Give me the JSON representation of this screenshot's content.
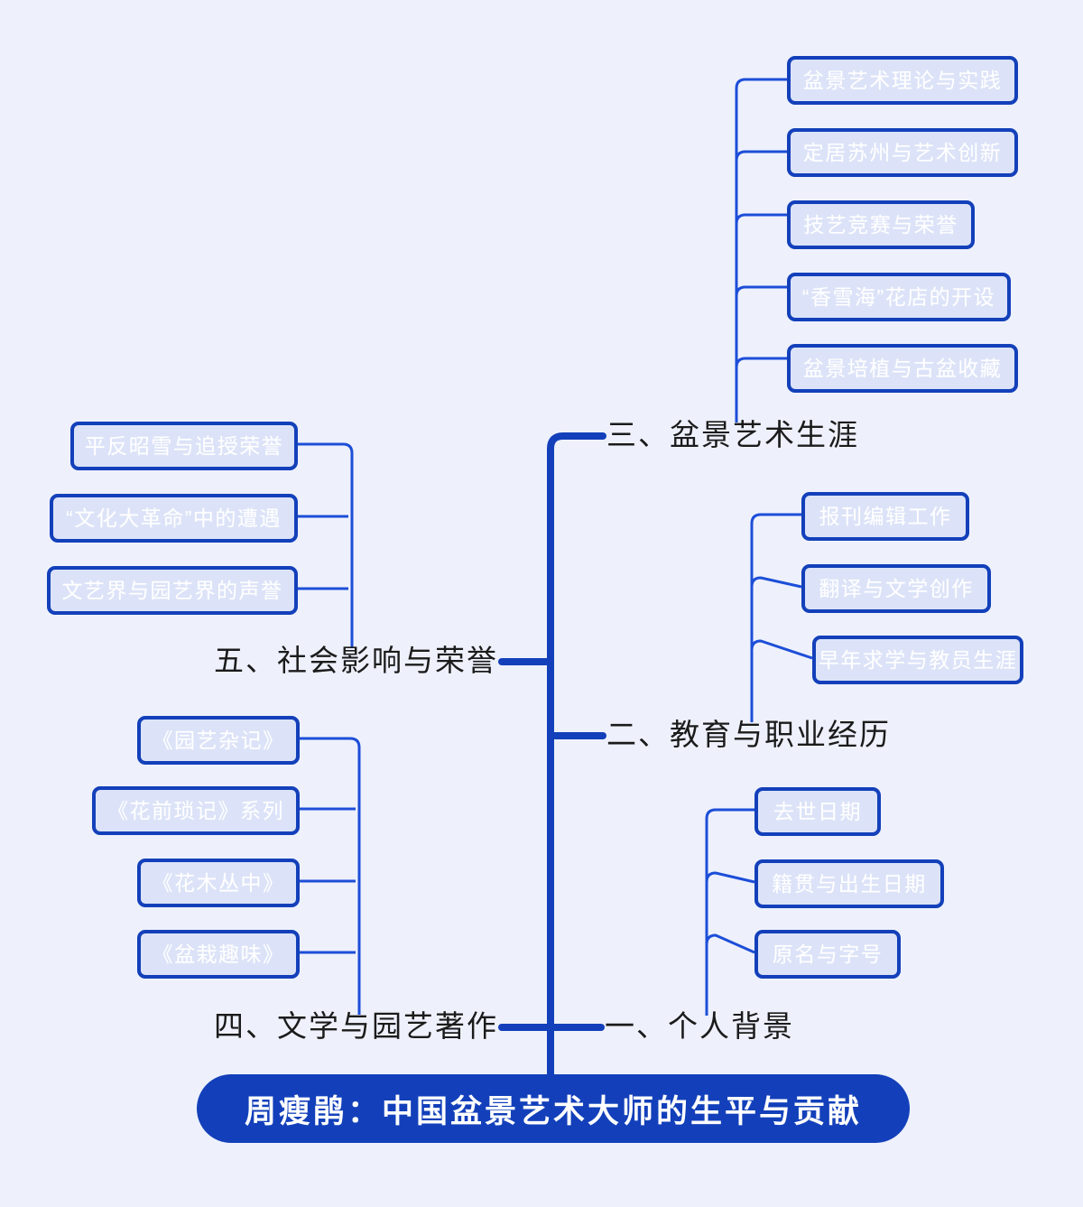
{
  "diagram": {
    "type": "mindmap",
    "background_color": "#eef1fc",
    "accent_color": "#1340ba",
    "node_fill_color": "#dce3f8",
    "node_text_color": "#ffffff",
    "label_text_color": "#1b1b1b",
    "root": {
      "label": "周瘦鹃：中国盆景艺术大师的生平与贡献"
    },
    "branches": [
      {
        "id": "branch-1",
        "label": "一、个人背景",
        "side": "right",
        "children": [
          {
            "label": "去世日期"
          },
          {
            "label": "籍贯与出生日期"
          },
          {
            "label": "原名与字号"
          }
        ]
      },
      {
        "id": "branch-2",
        "label": "二、教育与职业经历",
        "side": "right",
        "children": [
          {
            "label": "报刊编辑工作"
          },
          {
            "label": "翻译与文学创作"
          },
          {
            "label": "早年求学与教员生涯"
          }
        ]
      },
      {
        "id": "branch-3",
        "label": "三、盆景艺术生涯",
        "side": "right",
        "children": [
          {
            "label": "盆景艺术理论与实践"
          },
          {
            "label": "定居苏州与艺术创新"
          },
          {
            "label": "技艺竞赛与荣誉"
          },
          {
            "label": "“香雪海”花店的开设"
          },
          {
            "label": "盆景培植与古盆收藏"
          }
        ]
      },
      {
        "id": "branch-4",
        "label": "四、文学与园艺著作",
        "side": "left",
        "children": [
          {
            "label": "《园艺杂记》"
          },
          {
            "label": "《花前琐记》系列"
          },
          {
            "label": "《花木丛中》"
          },
          {
            "label": "《盆栽趣味》"
          }
        ]
      },
      {
        "id": "branch-5",
        "label": "五、社会影响与荣誉",
        "side": "left",
        "children": [
          {
            "label": "平反昭雪与追授荣誉"
          },
          {
            "label": "“文化大革命”中的遭遇"
          },
          {
            "label": "文艺界与园艺界的声誉"
          }
        ]
      }
    ]
  }
}
